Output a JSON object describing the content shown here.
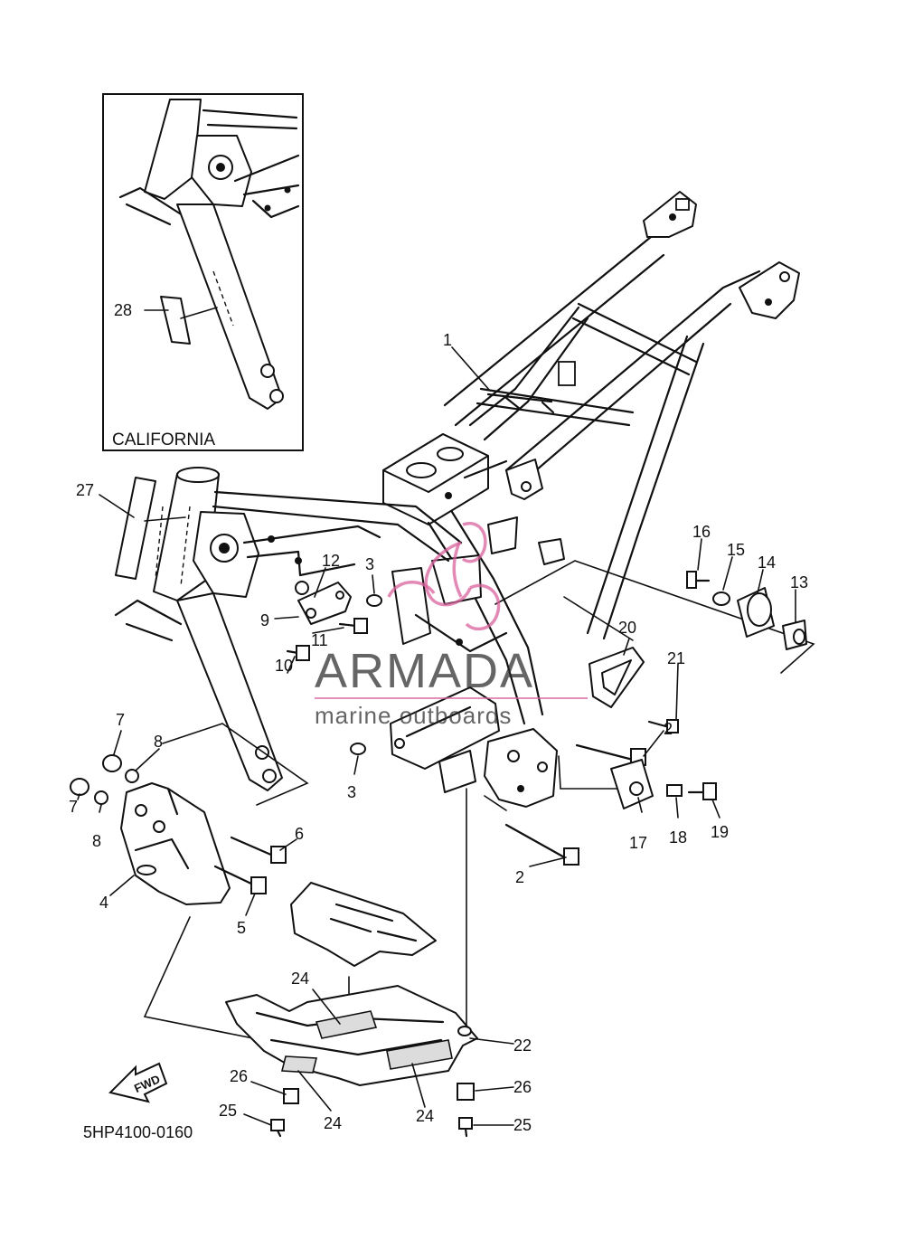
{
  "diagram": {
    "inset_caption": "CALIFORNIA",
    "direction_arrow": "FWD",
    "diagram_code": "5HP4100-0160",
    "callouts": {
      "c1": "1",
      "c2a": "2",
      "c2b": "2",
      "c3a": "3",
      "c3b": "3",
      "c4": "4",
      "c5": "5",
      "c6": "6",
      "c7a": "7",
      "c7b": "7",
      "c8a": "8",
      "c8b": "8",
      "c9": "9",
      "c10": "10",
      "c11": "11",
      "c12": "12",
      "c13": "13",
      "c14": "14",
      "c15": "15",
      "c16": "16",
      "c17": "17",
      "c18": "18",
      "c19": "19",
      "c20": "20",
      "c21": "21",
      "c22": "22",
      "c24a": "24",
      "c24b": "24",
      "c24c": "24",
      "c25a": "25",
      "c25b": "25",
      "c26a": "26",
      "c26b": "26",
      "c27": "27",
      "c28": "28"
    }
  },
  "watermark": {
    "brand": "ARMADA",
    "tagline": "marine outboards",
    "logo_icon": "mermaid-logo-icon",
    "logo_color": "#d9619e"
  }
}
